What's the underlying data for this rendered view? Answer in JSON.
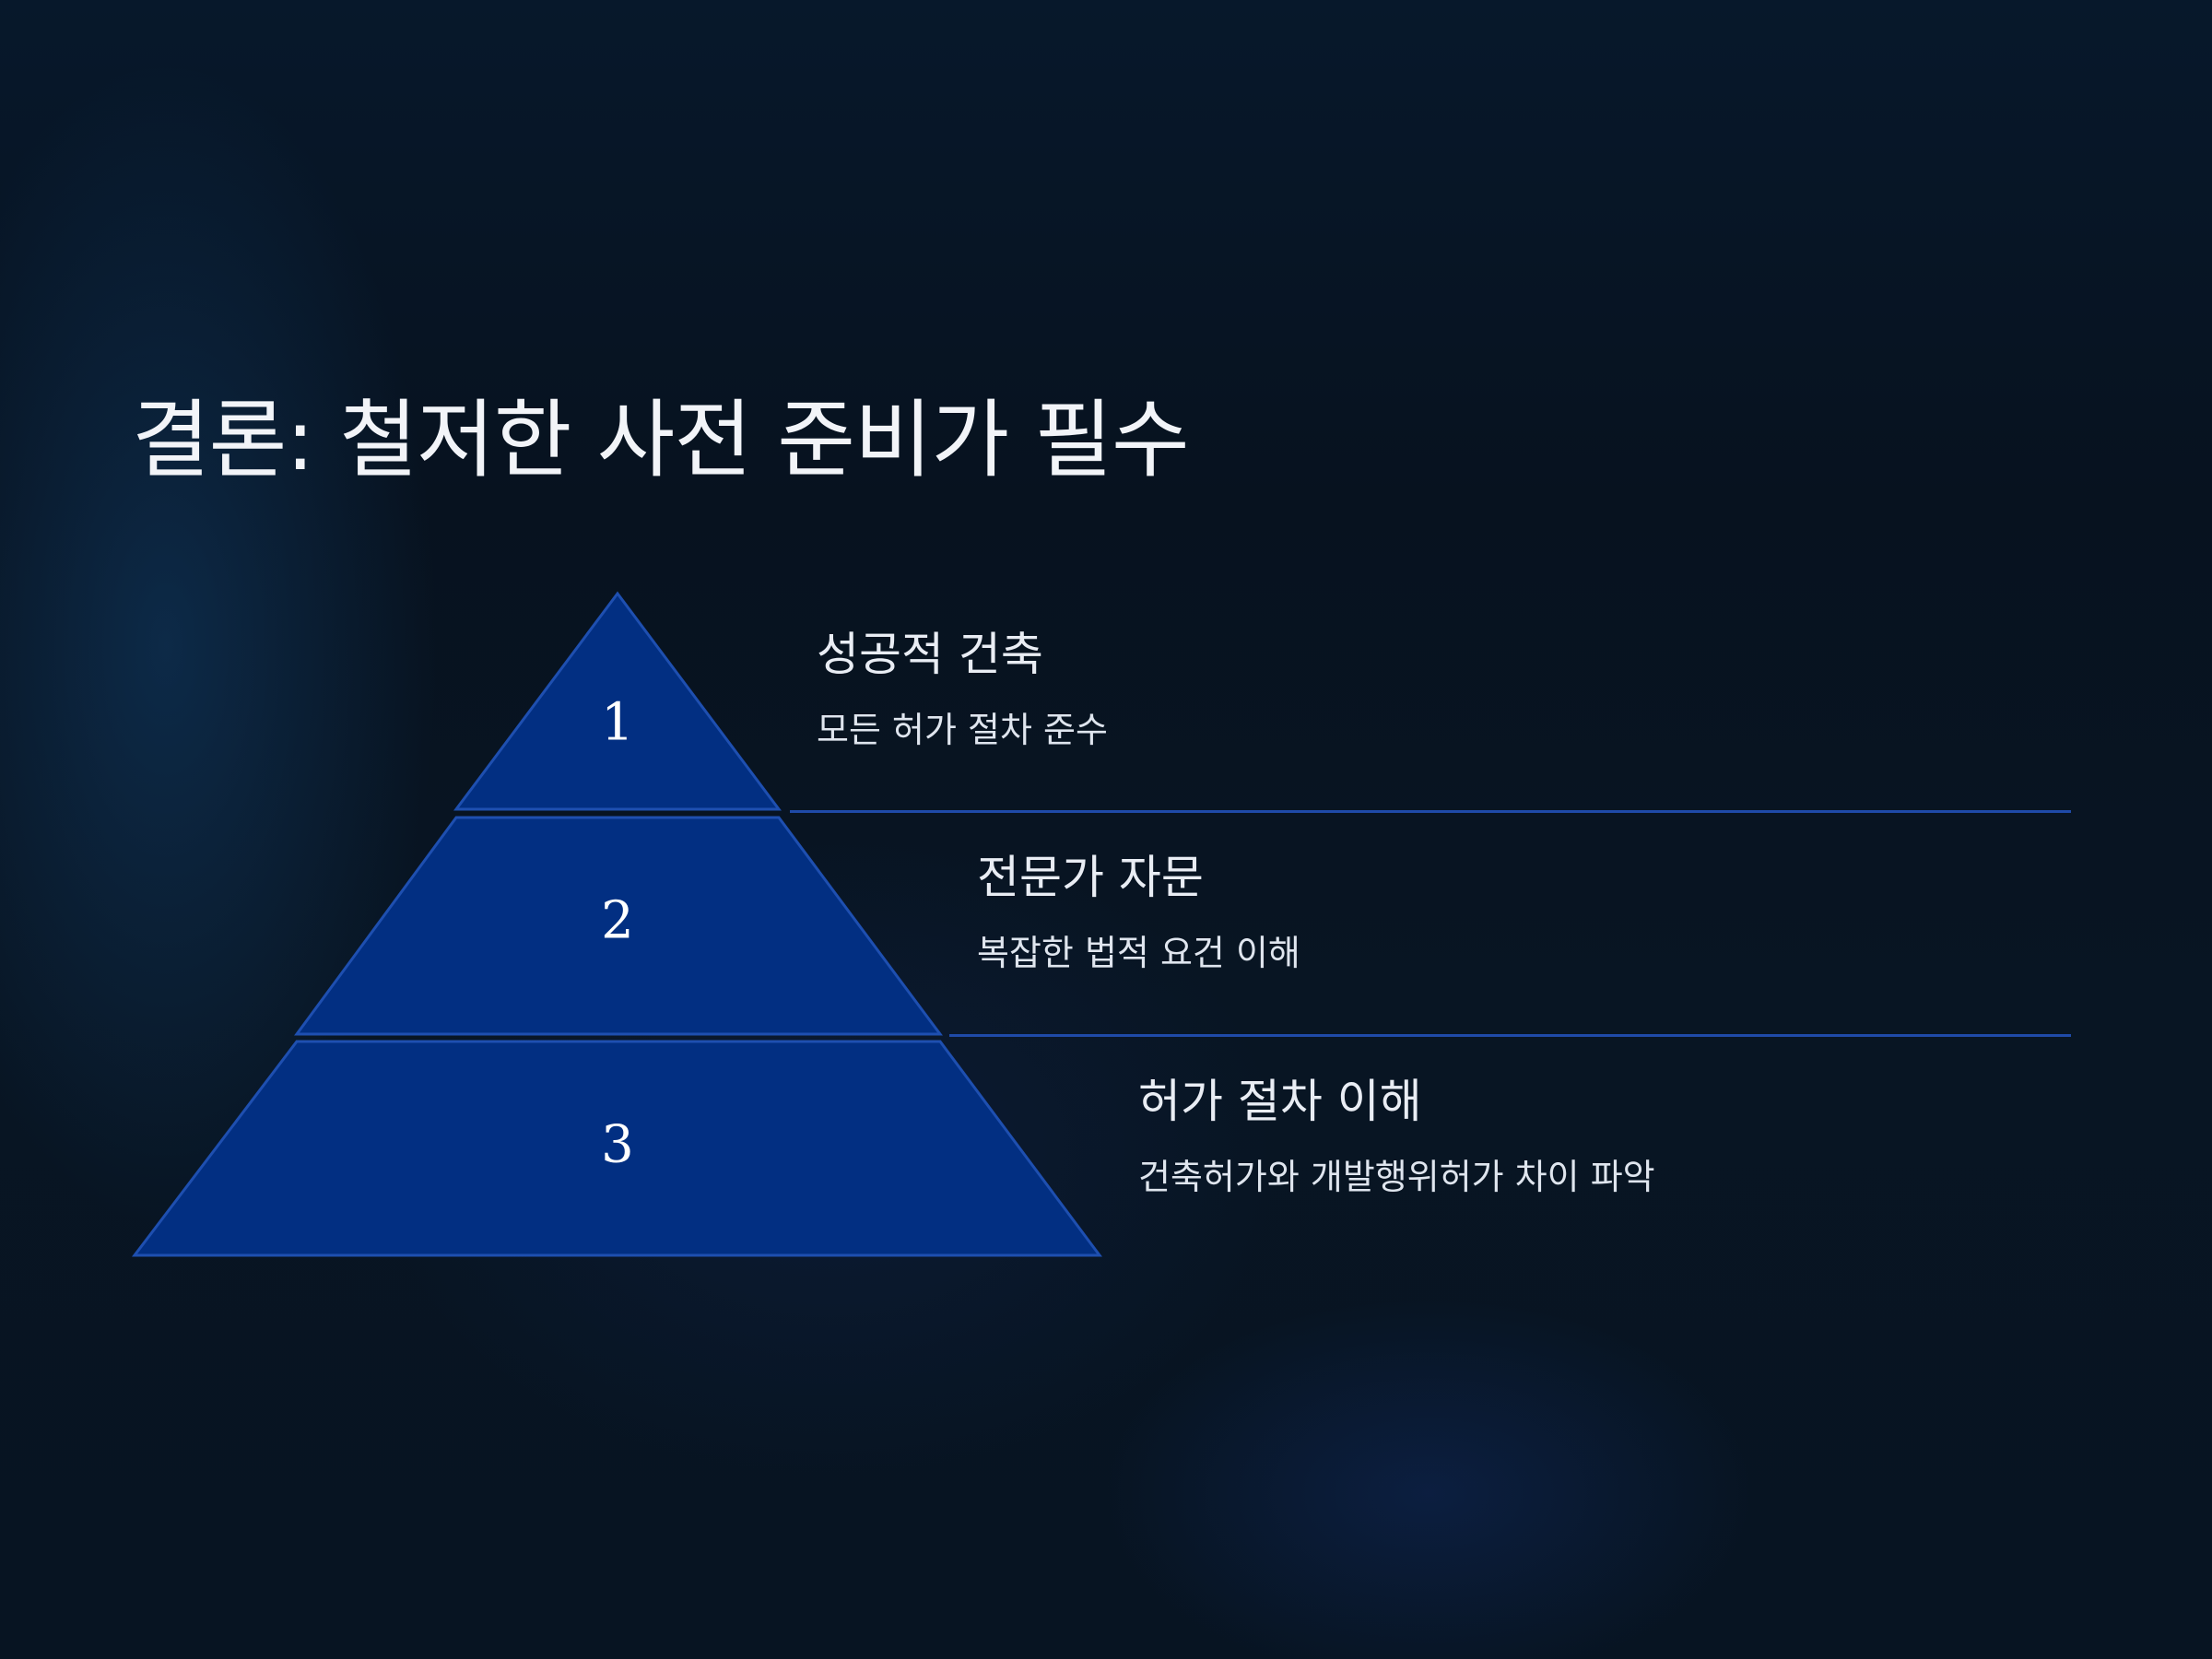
{
  "slide": {
    "title": "결론: 철저한 사전 준비가 필수"
  },
  "pyramid": {
    "tiers": [
      {
        "number": "1",
        "heading": "성공적 건축",
        "description": "모든 허가 절차 준수"
      },
      {
        "number": "2",
        "heading": "전문가 자문",
        "description": "복잡한 법적 요건 이해"
      },
      {
        "number": "3",
        "heading": "허가 절차 이해",
        "description": "건축허가와 개발행위허가 차이 파악"
      }
    ]
  },
  "colors": {
    "tier_fill": "#022f82",
    "tier_stroke": "#1e4fb0",
    "divider": "#1f4aa8",
    "text": "#f2f4f8"
  }
}
